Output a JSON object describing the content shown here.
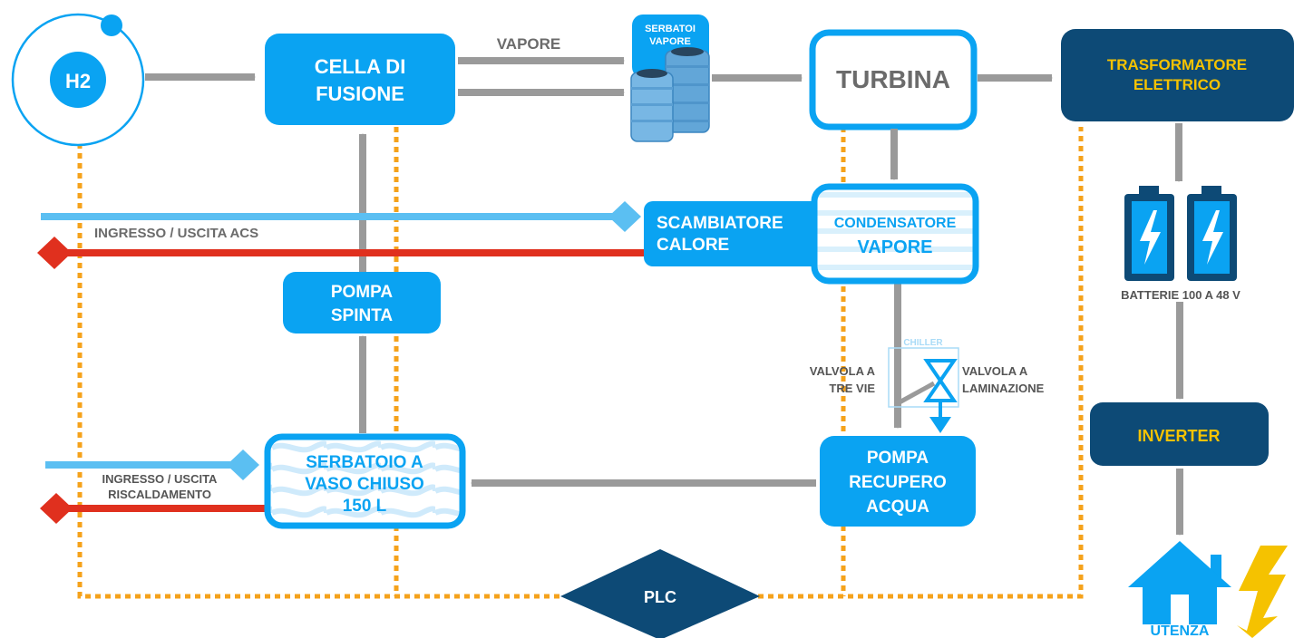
{
  "colors": {
    "primary_blue": "#0aa3f2",
    "navy": "#0d4a76",
    "light_blue": "#5bbff2",
    "red": "#e0301e",
    "orange": "#f5a21b",
    "gray": "#9a9a9a",
    "yellow": "#f5c200",
    "white": "#ffffff"
  },
  "nodes": {
    "h2": "H2",
    "cella": [
      "CELLA DI",
      "FUSIONE"
    ],
    "serbatoi": [
      "SERBATOI",
      "VAPORE"
    ],
    "turbina": "TURBINA",
    "trasformatore": [
      "TRASFORMATORE",
      "ELETTRICO"
    ],
    "scambiatore": [
      "SCAMBIATORE",
      "CALORE"
    ],
    "condensatore": [
      "CONDENSATORE",
      "VAPORE"
    ],
    "batterie": "BATTERIE 100 A 48 V",
    "pompa_spinta": [
      "POMPA",
      "SPINTA"
    ],
    "chiller": "CHILLER",
    "valvola_tre_vie": [
      "VALVOLA A",
      "TRE VIE"
    ],
    "valvola_laminazione": [
      "VALVOLA A",
      "LAMINAZIONE"
    ],
    "inverter": "INVERTER",
    "serbatoio_vaso": [
      "SERBATOIO A",
      "VASO CHIUSO",
      "150 L"
    ],
    "pompa_recupero": [
      "POMPA",
      "RECUPERO",
      "ACQUA"
    ],
    "plc": "PLC",
    "utenza": "UTENZA"
  },
  "labels": {
    "vapore": "VAPORE",
    "ingresso_acs": "INGRESSO / USCITA ACS",
    "ingresso_risc": [
      "INGRESSO / USCITA",
      "RISCALDAMENTO"
    ]
  }
}
